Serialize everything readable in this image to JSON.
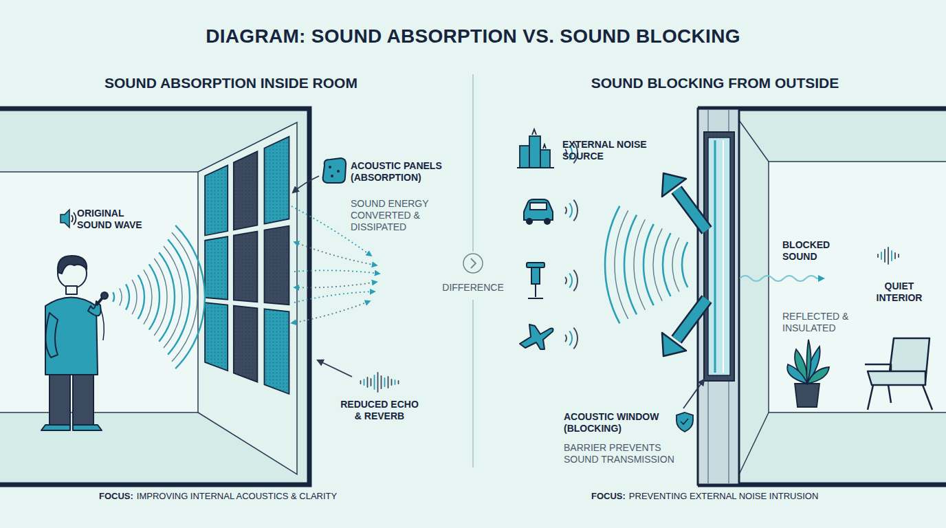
{
  "diagram": {
    "title": "DIAGRAM: SOUND ABSORPTION VS. SOUND BLOCKING",
    "labels": [
      "SOUND ABSORPTION INSIDE ROOM",
      "SOUND BLOCKING FROM OUTSIDE",
      "ORIGINAL SOUND WAVE",
      "ACOUSTIC PANELS (ABSORPTION)",
      "SOUND ENERGY CONVERTED & DISSIPATED",
      "REDUCED ECHO & REVERB",
      "DIFFERENCE",
      "EXTERNAL NOISE SOURCE",
      "BLOCKED SOUND",
      "REFLECTED & INSULATED",
      "QUIET INTERIOR",
      "ACOUSTIC WINDOW (BLOCKING)",
      "BARRIER PREVENTS SOUND TRANSMISSION",
      "FOCUS:",
      "IMPROVING INTERNAL ACOUSTICS & CLARITY",
      "FOCUS:",
      "PREVENTING EXTERNAL NOISE INTRUSION"
    ]
  }
}
